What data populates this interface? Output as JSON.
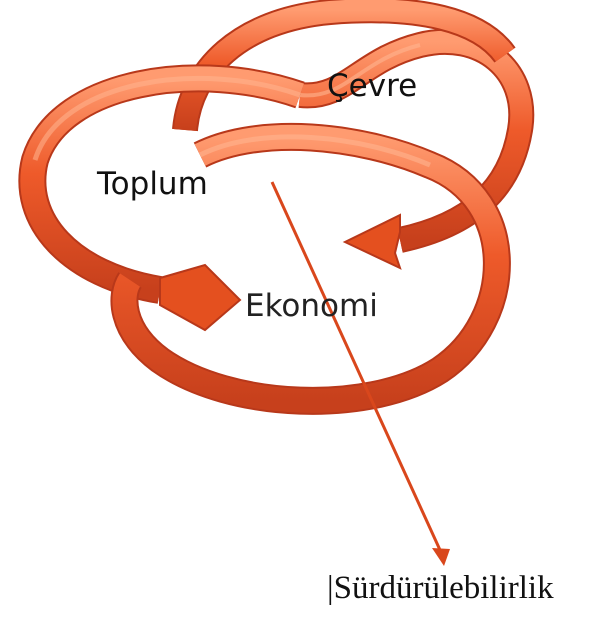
{
  "labels": {
    "cevre": "Çevre",
    "toplum": "Toplum",
    "ekonomi": "Ekonomi",
    "surdurulebilirlik": "|Sürdürülebilirlik"
  },
  "colors": {
    "ring_fill": "#ee5a2a",
    "ring_highlight": "#ffb48f",
    "ring_shadow": "#b8381a",
    "pointer_line": "#d9471c"
  }
}
